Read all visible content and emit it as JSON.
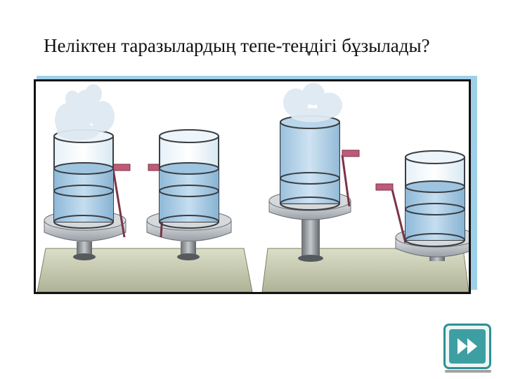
{
  "slide": {
    "title": "Неліктен таразылардың тепе-теңдігі бұзылады?"
  },
  "figure": {
    "scenes": [
      {
        "name": "before",
        "left_cup": "steaming",
        "right_cup": "plain"
      },
      {
        "name": "after",
        "left_cup": "steaming-raised",
        "right_cup": "plain-lowered"
      }
    ],
    "colors": {
      "frame_border": "#111111",
      "frame_shadow": "#9fd0ea",
      "water": "#a9cde4",
      "base": "#c9ccb4",
      "pan": "#c8ccd0",
      "pointer": "#b0506a"
    }
  },
  "nav": {
    "next_icon": "double-chevron-right-icon",
    "accent": "#3e9fa3"
  }
}
